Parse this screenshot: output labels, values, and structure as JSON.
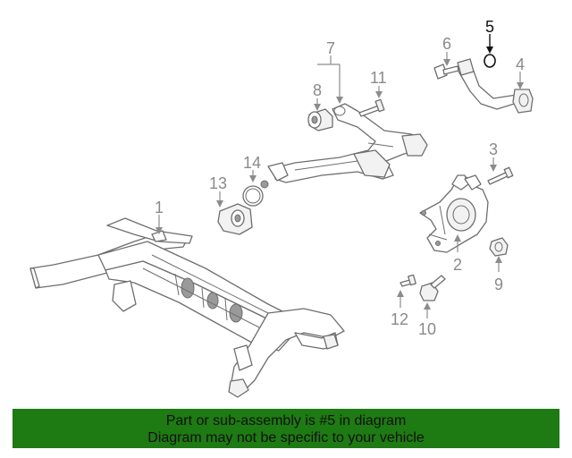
{
  "callouts": {
    "c1": "1",
    "c2": "2",
    "c3": "3",
    "c4": "4",
    "c5": "5",
    "c6": "6",
    "c7": "7",
    "c8": "8",
    "c9": "9",
    "c10": "10",
    "c11": "11",
    "c12": "12",
    "c13": "13",
    "c14": "14"
  },
  "highlight_callout": "5",
  "colors": {
    "banner": "#1e7a12",
    "line_art": "#6e6e6e",
    "label": "#8a8a8a",
    "highlight": "#111111"
  },
  "banner": {
    "line1": "Part or sub-assembly is #5 in diagram",
    "line2": "Diagram may not be specific to your vehicle"
  }
}
